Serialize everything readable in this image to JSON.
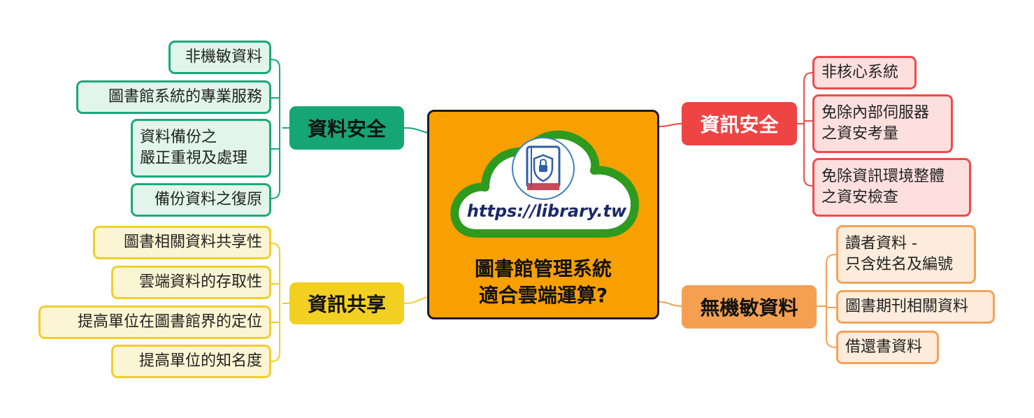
{
  "center": {
    "url": "https://library.tw",
    "title_line1": "圖書館管理系統",
    "title_line2": "適合雲端運算?",
    "icon": "book-lock-icon"
  },
  "branches": {
    "data_security": {
      "label": "資料安全",
      "color": "#16a676",
      "items": [
        "非機敏資料",
        "圖書館系統的專業服務",
        "資料備份之\n嚴正重視及處理",
        "備份資料之復原"
      ]
    },
    "info_share": {
      "label": "資訊共享",
      "color": "#f2d022",
      "items": [
        "圖書相關資料共享性",
        "雲端資料的存取性",
        "提高單位在圖書館界的定位",
        "提高單位的知名度"
      ]
    },
    "info_security": {
      "label": "資訊安全",
      "color": "#ee4444",
      "items": [
        "非核心系統",
        "免除內部伺服器\n之資安考量",
        "免除資訊環境整體\n之資安檢查"
      ]
    },
    "no_sensitive": {
      "label": "無機敏資料",
      "color": "#f4a050",
      "items": [
        "讀者資料 -\n只含姓名及編號",
        "圖書期刊相關資料",
        "借還書資料"
      ]
    }
  }
}
